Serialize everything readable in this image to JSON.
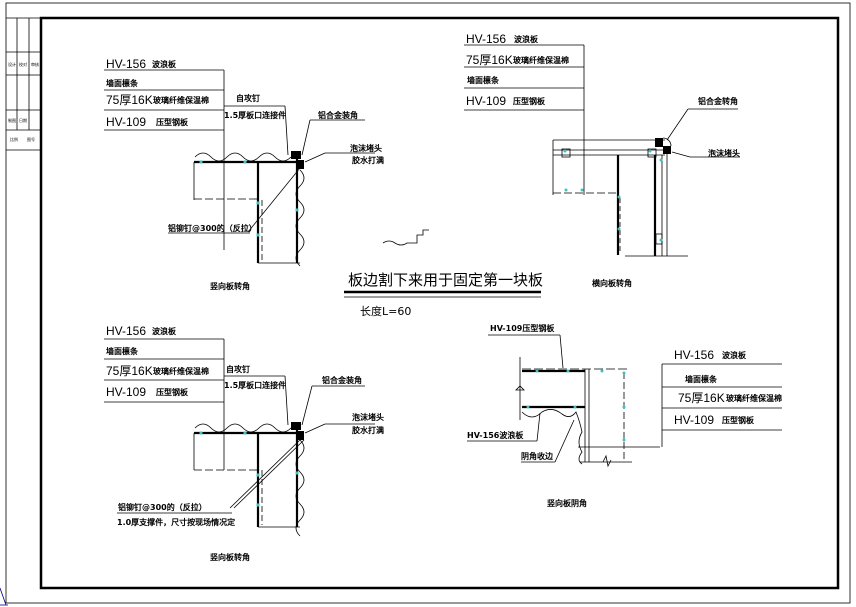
{
  "sheet": {
    "title_block_cells": [
      "设计",
      "校对",
      "审核",
      "制图",
      "日期",
      "比例",
      "图号"
    ],
    "main_title": "板边割下来用于固定第一块板",
    "main_note": "长度L=60"
  },
  "details": [
    {
      "id": "top-left",
      "caption": "竖向板转角",
      "layers": [
        {
          "code": "HV-156",
          "name": "波浪板"
        },
        {
          "code": "",
          "name": "墙面檩条"
        },
        {
          "code": "75厚16K",
          "name": "玻璃纤维保温棉"
        },
        {
          "code": "HV-109",
          "name": "压型钢板"
        }
      ],
      "callouts": [
        "自攻钉",
        "1.5厚板口连接件",
        "铝合金装角",
        "泡沫堵头",
        "胶水打满",
        "铝铆钉@300的（反拉）"
      ]
    },
    {
      "id": "top-right",
      "caption": "横向板转角",
      "layers": [
        {
          "code": "HV-156",
          "name": "波浪板"
        },
        {
          "code": "75厚16K",
          "name": "玻璃纤维保温棉"
        },
        {
          "code": "",
          "name": "墙面檩条"
        },
        {
          "code": "HV-109",
          "name": "压型钢板"
        }
      ],
      "callouts": [
        "铝合金转角",
        "泡沫堵头"
      ]
    },
    {
      "id": "bottom-left",
      "caption": "竖向板转角",
      "layers": [
        {
          "code": "HV-156",
          "name": "波浪板"
        },
        {
          "code": "",
          "name": "墙面檩条"
        },
        {
          "code": "75厚16K",
          "name": "玻璃纤维保温棉"
        },
        {
          "code": "HV-109",
          "name": "压型钢板"
        }
      ],
      "callouts": [
        "自攻钉",
        "1.5厚板口连接件",
        "铝合金装角",
        "泡沫堵头",
        "胶水打满",
        "铝铆钉@300的（反拉）",
        "1.0厚支撑件，尺寸按现场情况定"
      ]
    },
    {
      "id": "bottom-right",
      "caption": "竖向板阴角",
      "layers": [
        {
          "code": "HV-156",
          "name": "波浪板"
        },
        {
          "code": "",
          "name": "墙面檩条"
        },
        {
          "code": "75厚16K",
          "name": "玻璃纤维保温棉"
        },
        {
          "code": "HV-109",
          "name": "压型钢板"
        }
      ],
      "callouts": [
        "HV-109压型钢板",
        "HV-156波浪板",
        "阴角收边"
      ]
    }
  ]
}
